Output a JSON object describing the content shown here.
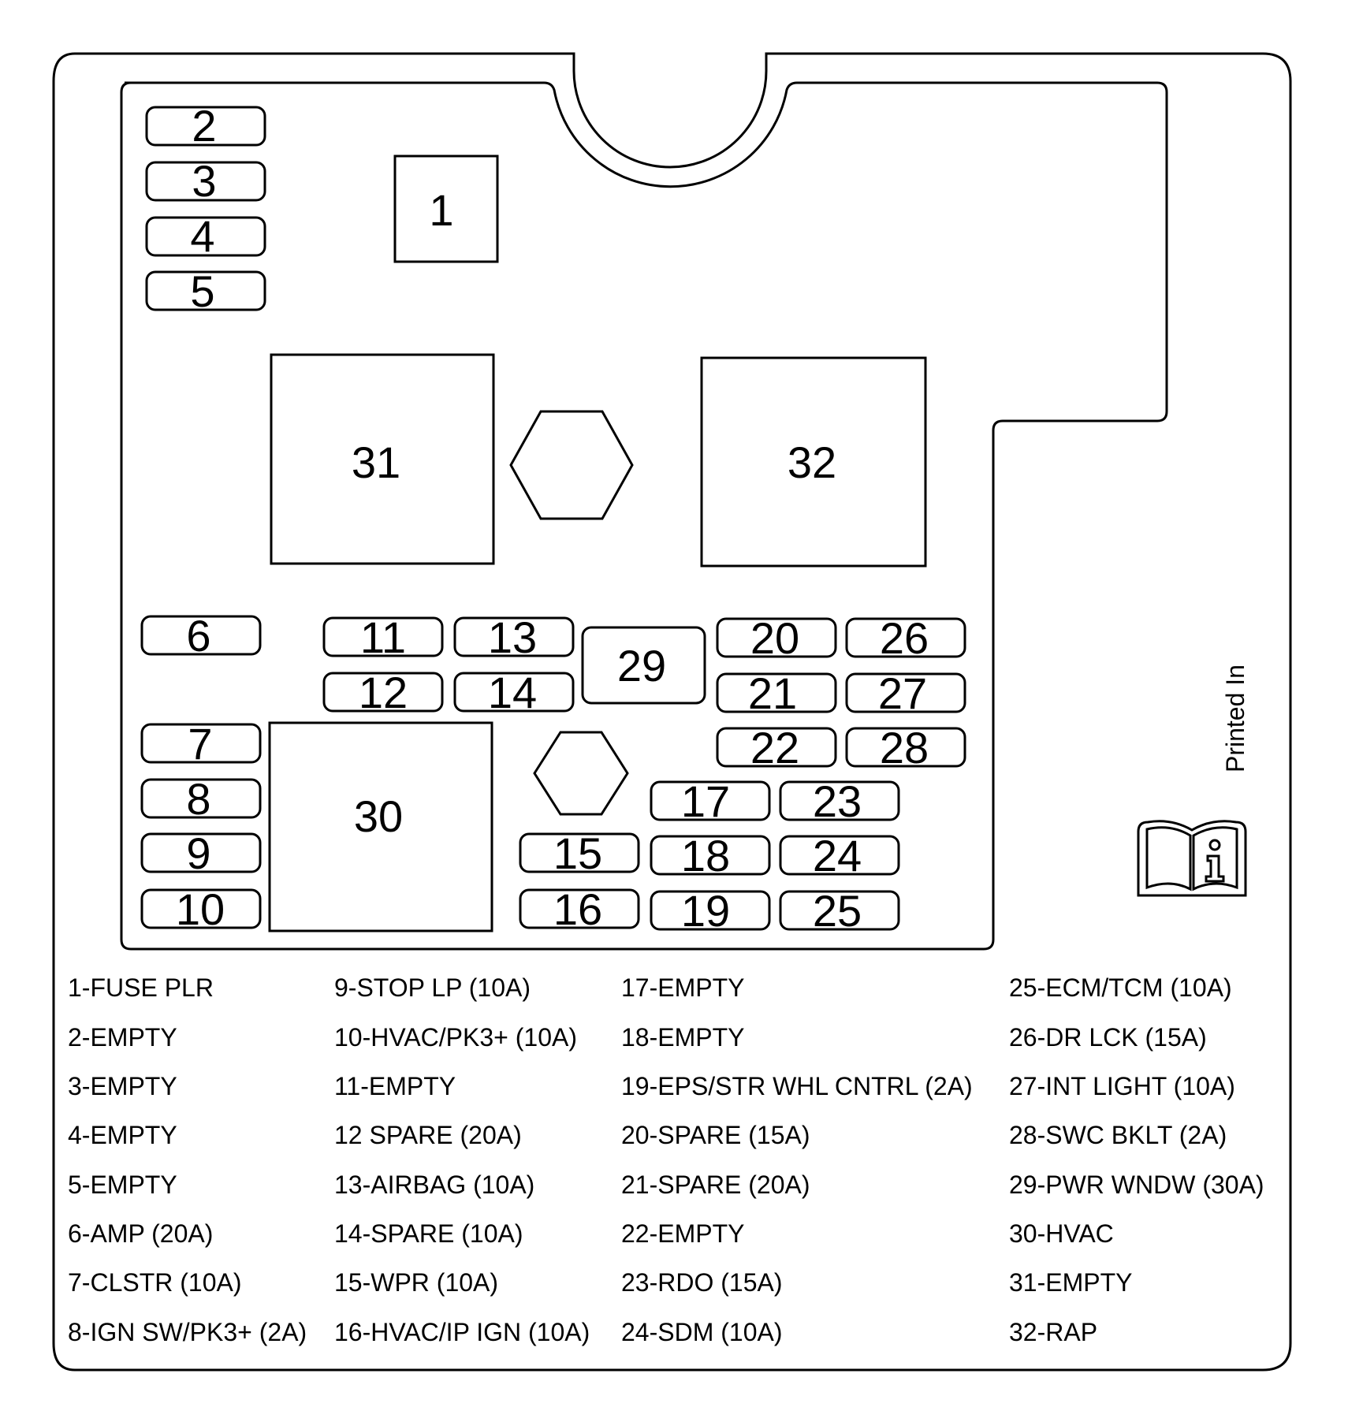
{
  "boxes": {
    "b1": "1",
    "b2": "2",
    "b3": "3",
    "b4": "4",
    "b5": "5",
    "b6": "6",
    "b7": "7",
    "b8": "8",
    "b9": "9",
    "b10": "10",
    "b11": "11",
    "b12": "12",
    "b13": "13",
    "b14": "14",
    "b15": "15",
    "b16": "16",
    "b17": "17",
    "b18": "18",
    "b19": "19",
    "b20": "20",
    "b21": "21",
    "b22": "22",
    "b23": "23",
    "b24": "24",
    "b25": "25",
    "b26": "26",
    "b27": "27",
    "b28": "28",
    "b29": "29",
    "b30": "30",
    "b31": "31",
    "b32": "32"
  },
  "side_text": "Printed In",
  "icons": {
    "manual": "owner-manual-info-icon"
  },
  "legend": {
    "col1": [
      "1-FUSE PLR",
      "2-EMPTY",
      "3-EMPTY",
      "4-EMPTY",
      "5-EMPTY",
      "6-AMP (20A)",
      "7-CLSTR (10A)",
      "8-IGN SW/PK3+ (2A)"
    ],
    "col2": [
      "9-STOP LP (10A)",
      "10-HVAC/PK3+ (10A)",
      "11-EMPTY",
      "12 SPARE (20A)",
      "13-AIRBAG (10A)",
      "14-SPARE (10A)",
      "15-WPR (10A)",
      "16-HVAC/IP IGN (10A)"
    ],
    "col3": [
      "17-EMPTY",
      "18-EMPTY",
      "19-EPS/STR WHL CNTRL (2A)",
      "20-SPARE (15A)",
      "21-SPARE (20A)",
      "22-EMPTY",
      "23-RDO (15A)",
      "24-SDM (10A)"
    ],
    "col4": [
      "25-ECM/TCM (10A)",
      "26-DR LCK (15A)",
      "27-INT LIGHT (10A)",
      "28-SWC BKLT (2A)",
      "29-PWR WNDW (30A)",
      "30-HVAC",
      "31-EMPTY",
      "32-RAP"
    ]
  }
}
